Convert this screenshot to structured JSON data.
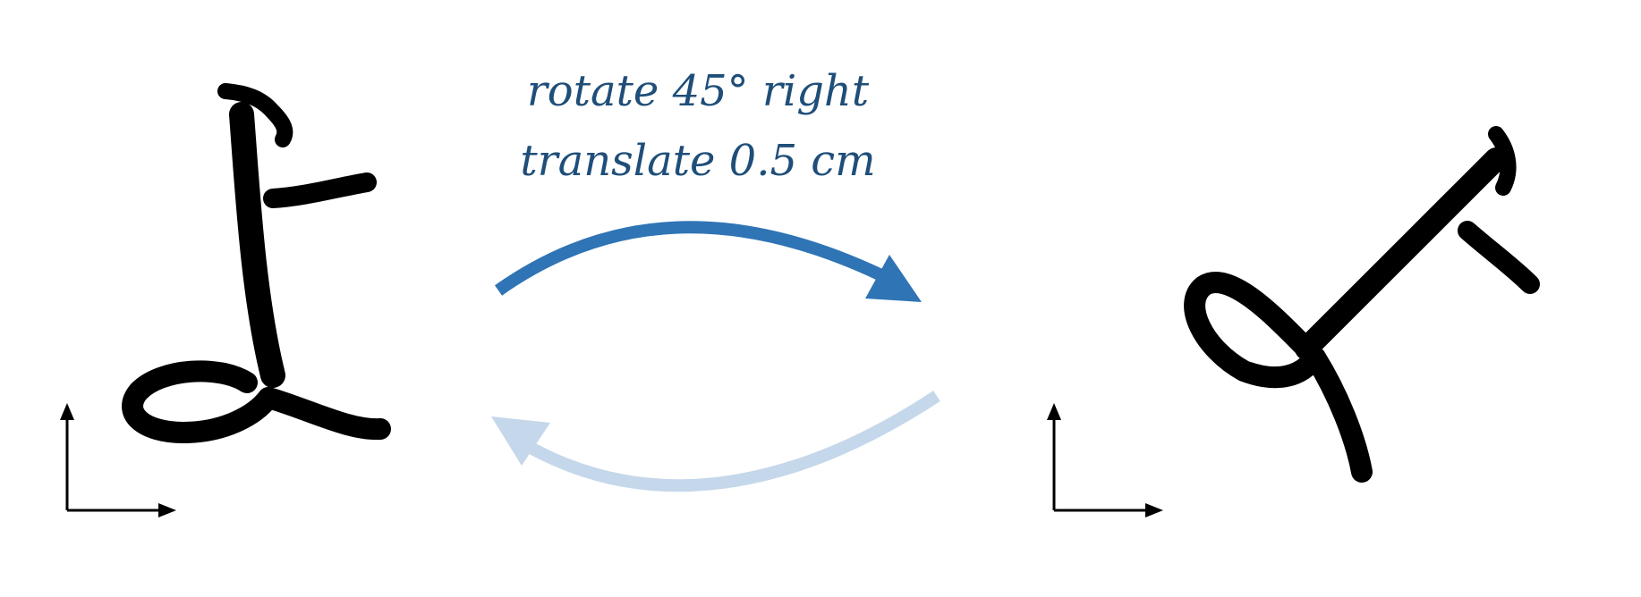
{
  "transform": {
    "line1": "rotate 45° right",
    "line2": "translate 0.5 cm"
  },
  "colors": {
    "forward_arrow": "#2f74b5",
    "inverse_arrow": "#c5d7ea",
    "label_text": "#1f4e79",
    "glyph": "#000000",
    "axes": "#000000"
  },
  "icons": {
    "original_glyph": "hiragana-yo-glyph",
    "transformed_glyph": "rotated-hiragana-yo-glyph"
  }
}
